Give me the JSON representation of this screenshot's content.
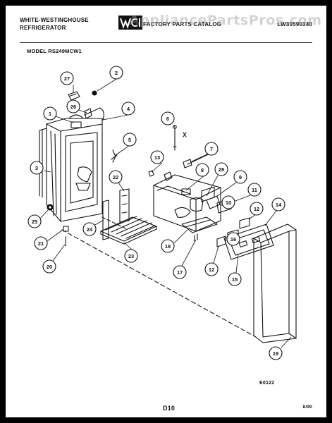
{
  "header": {
    "brand_line1": "WHITE-WESTINGHOUSE",
    "brand_line2": "REFRIGERATOR",
    "catalog_title": "FACTORY PARTS CATALOG",
    "doc_number": "LW30590340",
    "watermark": "AppliancePartsPros.com"
  },
  "model": {
    "label": "MODEL RS249MCW1"
  },
  "diagram": {
    "callouts": [
      "27",
      "2",
      "26",
      "1",
      "4",
      "6",
      "5",
      "7",
      "3",
      "13",
      "22",
      "8",
      "28",
      "9",
      "11",
      "10",
      "12",
      "14",
      "25",
      "21",
      "24",
      "18",
      "16",
      "20",
      "23",
      "17",
      "12",
      "15",
      "19"
    ]
  },
  "footer": {
    "figure_code": "E0122",
    "page_num": "D10",
    "date_code": "8/90"
  },
  "colors": {
    "ink": "#111111",
    "background": "#ffffff",
    "frame": "#000000",
    "watermark": "#969696"
  }
}
